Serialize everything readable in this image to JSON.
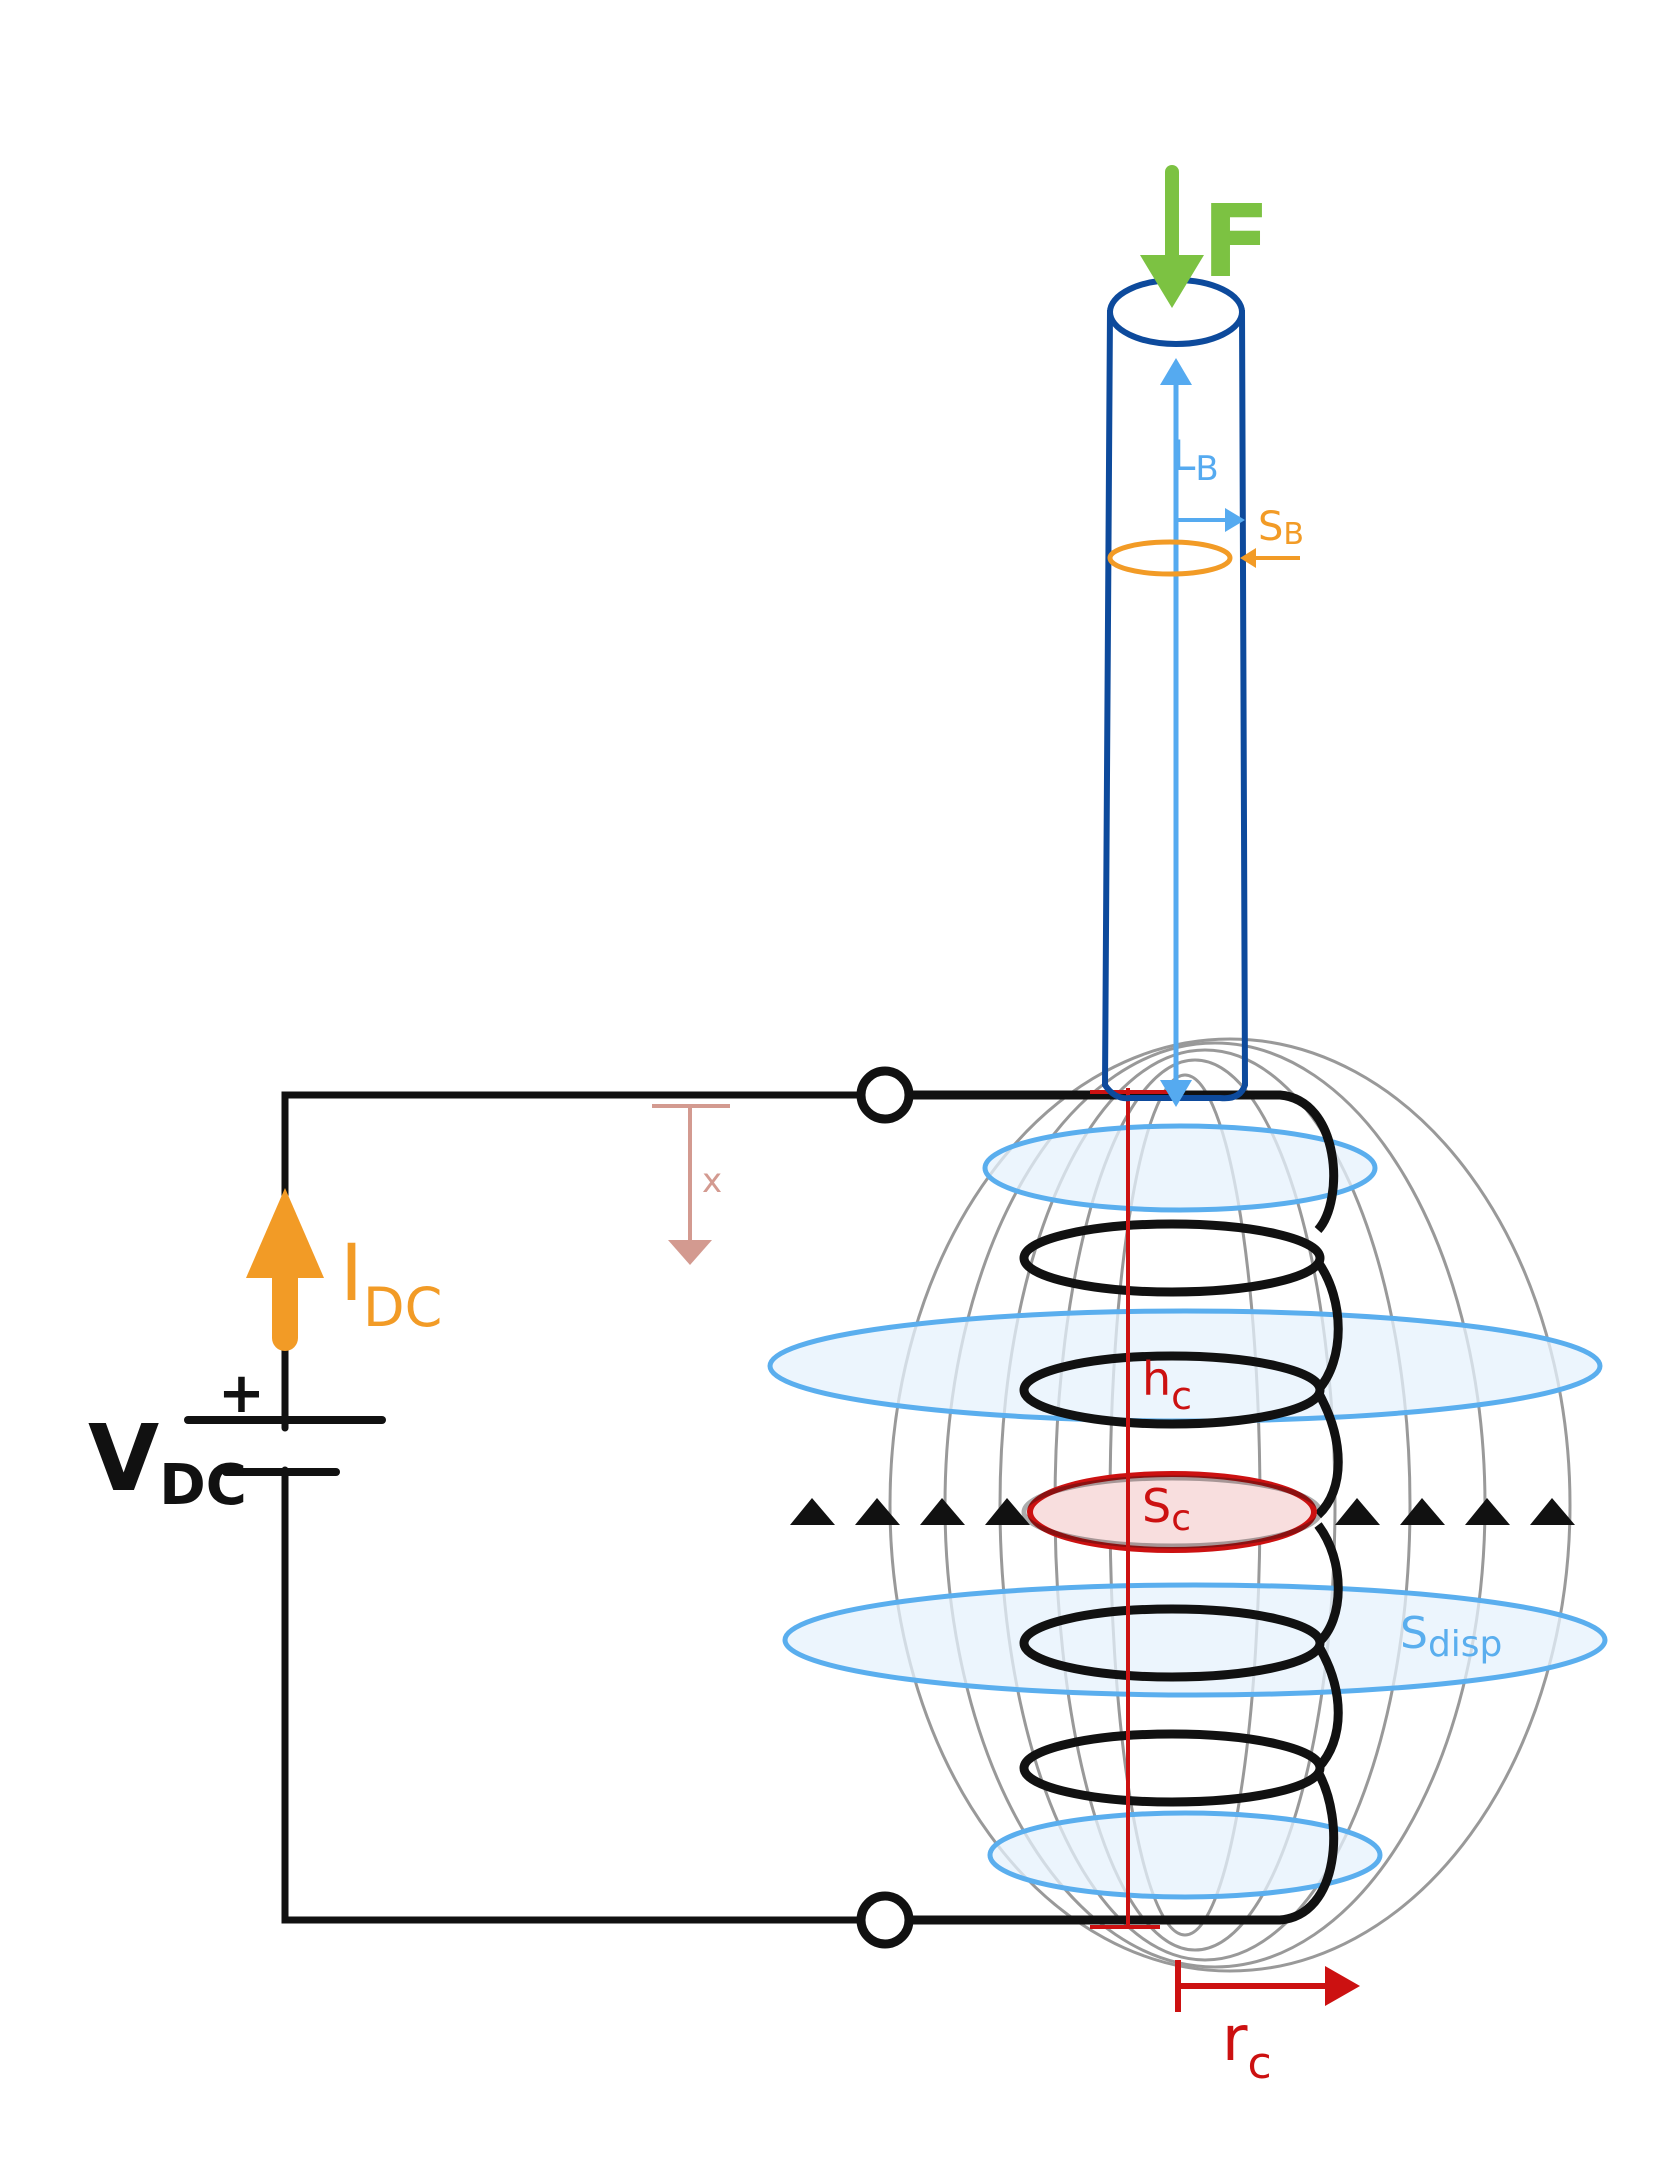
{
  "labels": {
    "force": "F",
    "current_main": "I",
    "current_sub": "DC",
    "voltage_main": "V",
    "voltage_sub": "DC",
    "plus": "+",
    "displacement": "x",
    "bar_length_main": "L",
    "bar_length_sub": "B",
    "bar_section_main": "S",
    "bar_section_sub": "B",
    "coil_height_main": "h",
    "coil_height_sub": "c",
    "coil_section_main": "S",
    "coil_section_sub": "c",
    "coil_radius_main": "r",
    "coil_radius_sub": "c",
    "dispersion_main": "S",
    "dispersion_sub": "disp"
  },
  "colors": {
    "force": "#7cc242",
    "current": "#f29b26",
    "bar": "#0d4a9c",
    "bar_length": "#55aaf0",
    "coil": "#111111",
    "coil_section": "#cc1111",
    "coil_section_fill": "#f8dede",
    "field_surface": "#5aaeee",
    "field_surface_fill": "#e6f1fc",
    "field_lines": "#777777",
    "displacement": "#d39a90",
    "wire": "#111111"
  }
}
